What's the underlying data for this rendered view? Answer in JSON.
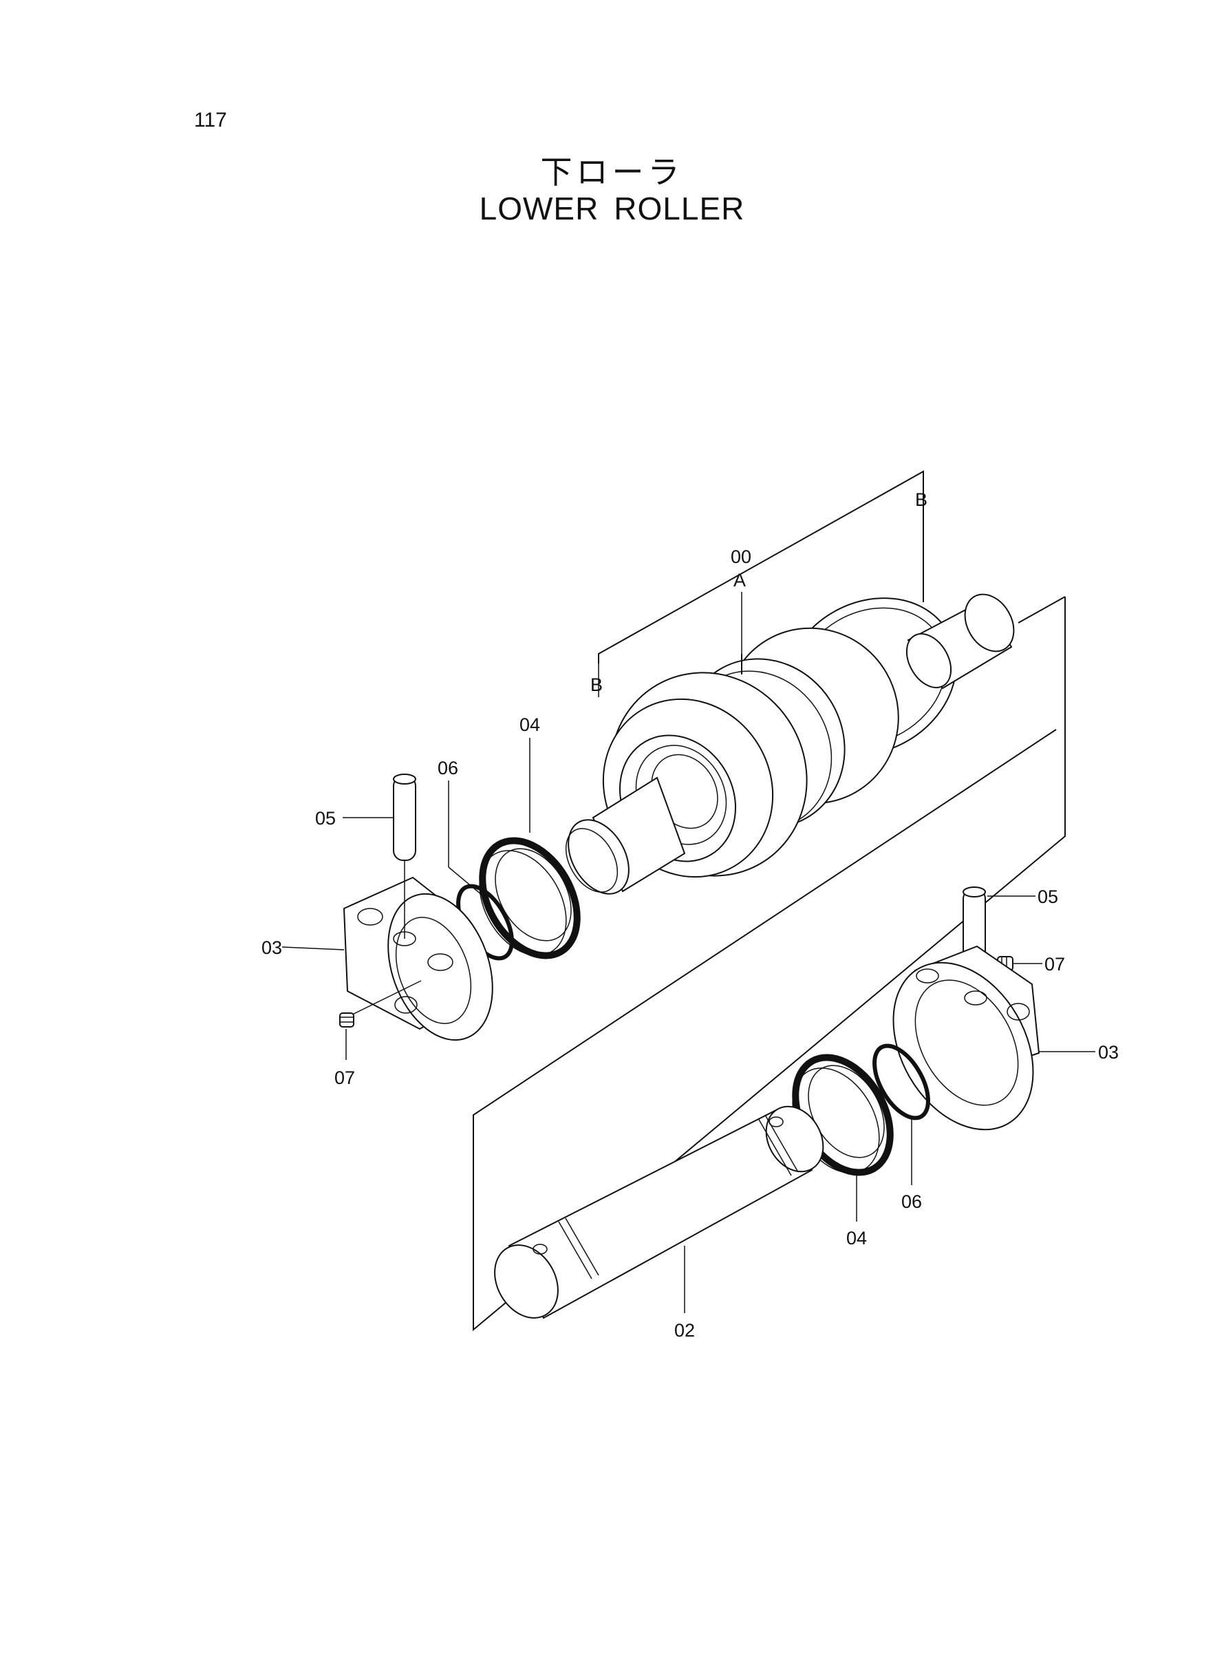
{
  "page_number": "117",
  "title_jp": "下ローラ",
  "title_en": [
    "LOWER",
    "ROLLER"
  ],
  "callouts": {
    "assy": "00",
    "a": "A",
    "b_right": "B",
    "b_left": "B",
    "p04_top": "04",
    "p06_top": "06",
    "p05_left": "05",
    "p03_left": "03",
    "p07_left": "07",
    "p05_right": "05",
    "p07_right": "07",
    "p03_right": "03",
    "p04_bottom": "04",
    "p06_bottom": "06",
    "p02": "02"
  }
}
